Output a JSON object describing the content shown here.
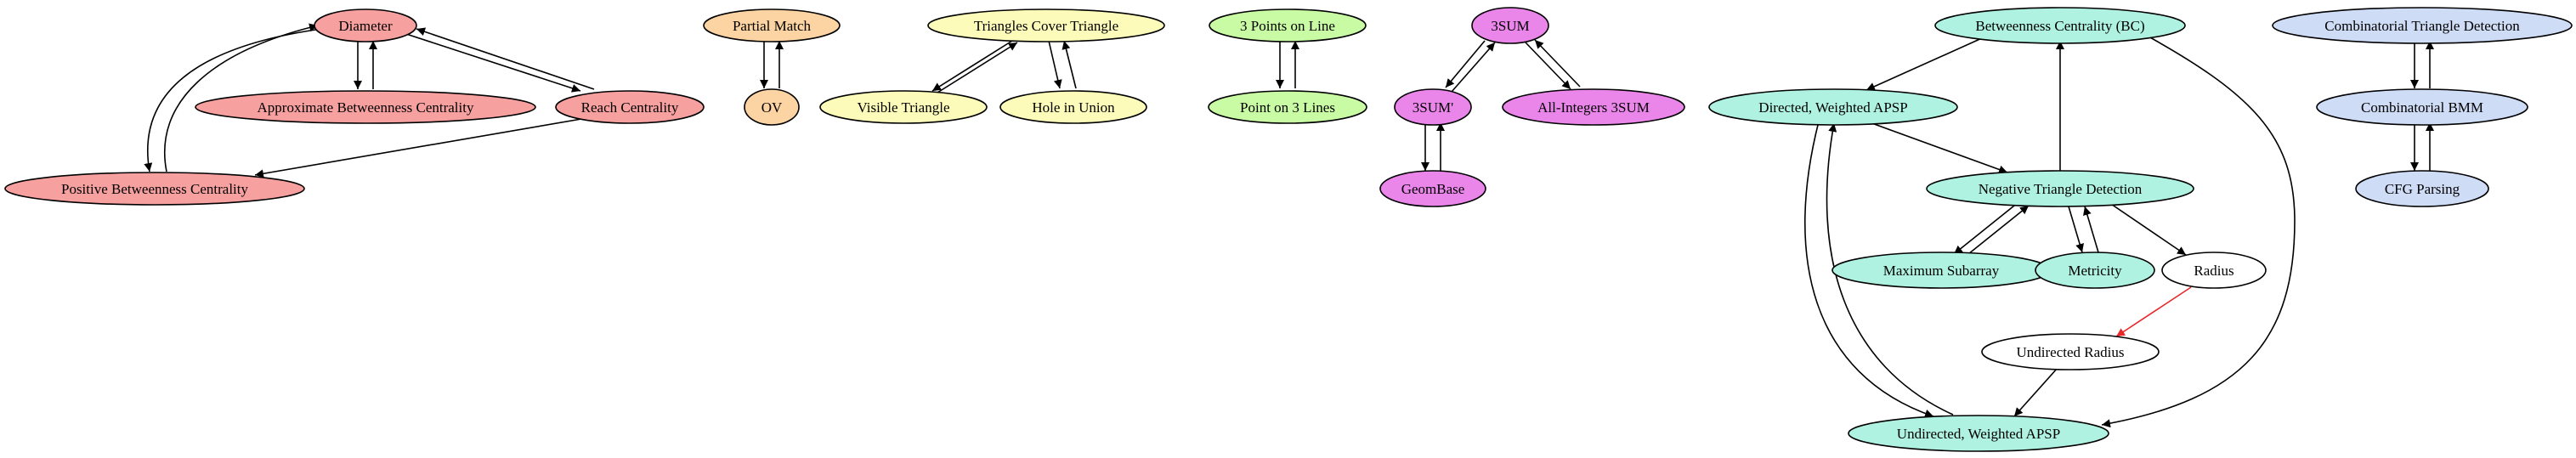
{
  "colors": {
    "red": "#f7a0a0",
    "orange": "#fcd3a2",
    "yellow": "#fdfbb9",
    "green": "#c9fba5",
    "magenta": "#ea86ea",
    "teal": "#b0f2e1",
    "blue": "#cfdcf6",
    "white": "#ffffff",
    "highlight_edge": "#e8282b"
  },
  "nodes": {
    "diameter": "Diameter",
    "approx_bc": "Approximate Betweenness Centrality",
    "reach_centrality": "Reach Centrality",
    "positive_bc": "Positive Betweenness Centrality",
    "partial_match": "Partial Match",
    "ov": "OV",
    "triangles_cover": "Triangles Cover Triangle",
    "visible_triangle": "Visible Triangle",
    "hole_in_union": "Hole in Union",
    "three_points_line": "3 Points on Line",
    "point_three_lines": "Point on 3 Lines",
    "threesum": "3SUM",
    "threesum_prime": "3SUM'",
    "all_integers_3sum": "All-Integers 3SUM",
    "geombase": "GeomBase",
    "bc": "Betweenness Centrality (BC)",
    "directed_apsp": "Directed, Weighted APSP",
    "negative_triangle": "Negative Triangle Detection",
    "maximum_subarray": "Maximum Subarray",
    "metricity": "Metricity",
    "radius": "Radius",
    "undirected_radius": "Undirected Radius",
    "undirected_apsp": "Undirected, Weighted APSP",
    "comb_triangle": "Combinatorial Triangle Detection",
    "comb_bmm": "Combinatorial BMM",
    "cfg_parsing": "CFG Parsing"
  }
}
